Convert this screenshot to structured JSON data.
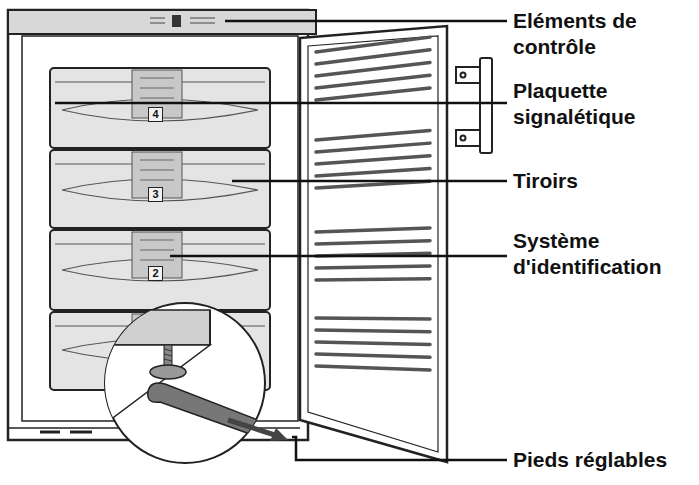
{
  "diagram": {
    "nodes": [
      {
        "text": [
          "4"
        ]
      },
      {
        "text": [
          "3"
        ]
      },
      {
        "text": [
          "2"
        ]
      }
    ],
    "labels": [
      "Eléments de contrôle",
      "Plaquette signalétique",
      "Tiroirs",
      "Système d'identification",
      "Pieds réglables"
    ]
  }
}
